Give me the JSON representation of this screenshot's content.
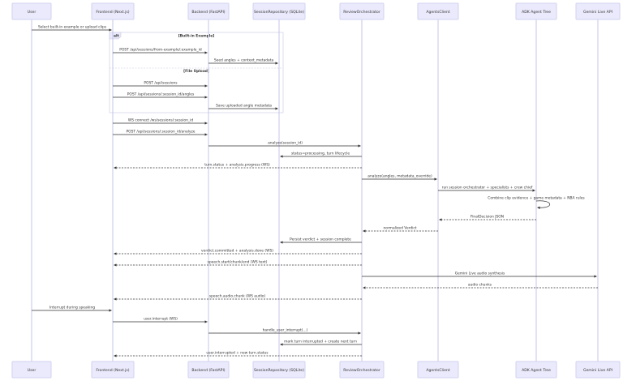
{
  "actors": [
    {
      "id": "user",
      "label": "User"
    },
    {
      "id": "frontend",
      "label": "Frontend (Next.js)"
    },
    {
      "id": "backend",
      "label": "Backend (FastAPI)"
    },
    {
      "id": "repo",
      "label": "SessionRepository (SQLite)"
    },
    {
      "id": "orch",
      "label": "ReviewOrchestrator"
    },
    {
      "id": "agents",
      "label": "AgentsClient"
    },
    {
      "id": "adk",
      "label": "ADK Agent Tree"
    },
    {
      "id": "gemini",
      "label": "Gemini Live API"
    }
  ],
  "frame": {
    "tag": "alt",
    "conditions": [
      "[Built-in Example]",
      "[File Upload]"
    ]
  },
  "messages": [
    {
      "from": "user",
      "to": "frontend",
      "label": "Select built-in example or upload clips",
      "dashed": false
    },
    {
      "from": "frontend",
      "to": "backend",
      "label": "POST /api/sessions/from-example/:example_id",
      "dashed": false
    },
    {
      "from": "backend",
      "to": "repo",
      "label": "Seed angles + context_metadata",
      "dashed": false
    },
    {
      "from": "frontend",
      "to": "backend",
      "label": "POST /api/sessions",
      "dashed": false
    },
    {
      "from": "frontend",
      "to": "backend",
      "label": "POST /api/sessions/:session_id/angles",
      "dashed": false
    },
    {
      "from": "backend",
      "to": "repo",
      "label": "Save uploaded angle metadata",
      "dashed": false
    },
    {
      "from": "frontend",
      "to": "backend",
      "label": "WS connect /ws/sessions/:session_id",
      "dashed": false
    },
    {
      "from": "frontend",
      "to": "backend",
      "label": "POST /api/sessions/:session_id/analyze",
      "dashed": false
    },
    {
      "from": "backend",
      "to": "orch",
      "label": "analyze(session_id)",
      "dashed": false
    },
    {
      "from": "orch",
      "to": "repo",
      "label": "status=processing, turn lifecycle",
      "dashed": false
    },
    {
      "from": "orch",
      "to": "frontend",
      "label": "turn.status + analysis.progress (WS)",
      "dashed": true
    },
    {
      "from": "orch",
      "to": "agents",
      "label": "analyze(angles, metadata_override)",
      "dashed": false
    },
    {
      "from": "agents",
      "to": "adk",
      "label": "run session orchestrator + specialists + crew chief",
      "dashed": false
    },
    {
      "from": "adk",
      "to": "adk",
      "label": "Combine clip evidence + game metadata + NBA rules",
      "dashed": false
    },
    {
      "from": "adk",
      "to": "agents",
      "label": "FinalDecision JSON",
      "dashed": true
    },
    {
      "from": "agents",
      "to": "orch",
      "label": "normalized Verdict",
      "dashed": true
    },
    {
      "from": "orch",
      "to": "repo",
      "label": "Persist verdict + session complete",
      "dashed": false
    },
    {
      "from": "orch",
      "to": "frontend",
      "label": "verdict.committed + analysis.done (WS)",
      "dashed": true
    },
    {
      "from": "orch",
      "to": "frontend",
      "label": "speech.start/chunk/end (WS text)",
      "dashed": true
    },
    {
      "from": "orch",
      "to": "gemini",
      "label": "Gemini Live audio synthesis",
      "dashed": false
    },
    {
      "from": "gemini",
      "to": "orch",
      "label": "audio chunks",
      "dashed": true
    },
    {
      "from": "orch",
      "to": "frontend",
      "label": "speech.audio.chunk (WS audio)",
      "dashed": true
    },
    {
      "from": "user",
      "to": "frontend",
      "label": "Interrupt during speaking",
      "dashed": false
    },
    {
      "from": "frontend",
      "to": "backend",
      "label": "user.interrupt (WS)",
      "dashed": false
    },
    {
      "from": "backend",
      "to": "orch",
      "label": "handle_user_interrupt(...)",
      "dashed": false
    },
    {
      "from": "orch",
      "to": "repo",
      "label": "mark turn interrupted + create next turn",
      "dashed": false
    },
    {
      "from": "orch",
      "to": "frontend",
      "label": "user.interrupted + new turn.status",
      "dashed": true
    }
  ]
}
